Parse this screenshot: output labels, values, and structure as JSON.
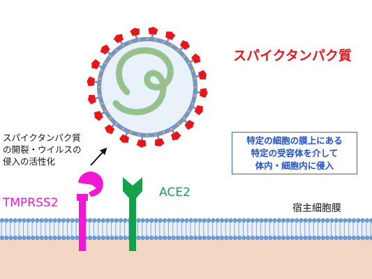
{
  "labels": {
    "spike_protein": "スパイクタンパク質",
    "activation": [
      "スパイクタンパク質",
      "の開裂・ウイルスの",
      "侵入の活性化"
    ],
    "tmprss2": "TMPRSS2",
    "ace2": "ACE2",
    "host_membrane": "宿主細胞膜"
  },
  "info_box": [
    "特定の細胞の膜上にある",
    "特定の受容体を介して",
    "体内・細胞内に侵入"
  ],
  "colors": {
    "spike": "#e8151b",
    "tmprss2": "#ee18d5",
    "ace2": "#13a24a",
    "info_text": "#1f50d0",
    "membrane_head": "#6e9ad2",
    "cytoplasm": "#f3d6c3",
    "virus_envelope": "#d6e6f6"
  },
  "icons": [
    "virus-particle",
    "rna-strand",
    "spike-protein",
    "tmprss2-protease",
    "ace2-receptor",
    "lipid-bilayer",
    "arrow-up-right"
  ]
}
